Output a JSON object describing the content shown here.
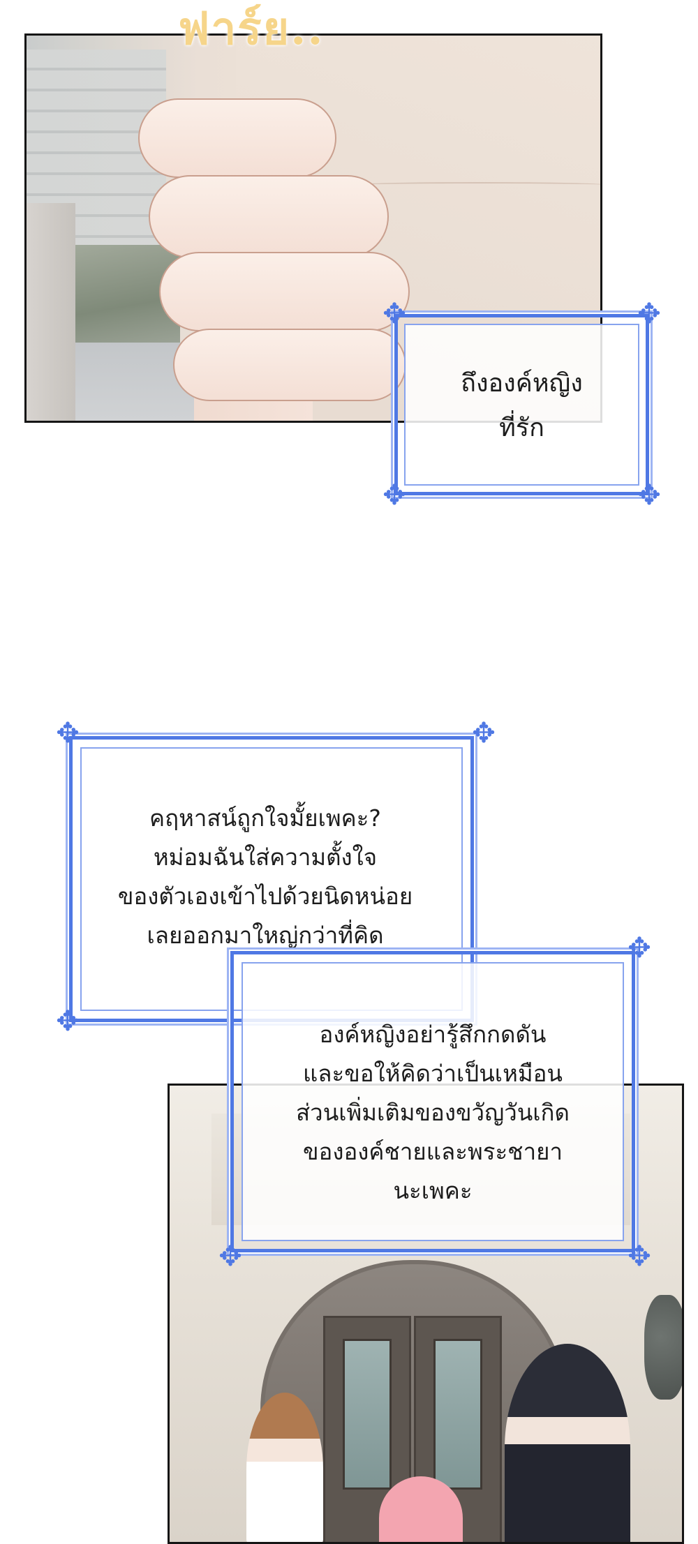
{
  "sound_effect": "ฟาร์ย..",
  "narration_1": {
    "lines": [
      "ถึงองค์หญิง",
      "ที่รัก"
    ]
  },
  "narration_2": {
    "lines": [
      "คฤหาสน์ถูกใจมั้ยเพคะ?",
      "หม่อมฉันใส่ความตั้งใจ",
      "ของตัวเองเข้าไปด้วยนิดหน่อย",
      "เลยออกมาใหญ่กว่าที่คิด"
    ]
  },
  "narration_3": {
    "lines": [
      "องค์หญิงอย่ารู้สึกกดดัน",
      "และขอให้คิดว่าเป็นเหมือน",
      "ส่วนเพิ่มเติมของขวัญวันเกิด",
      "ขององค์ชายและพระชายา",
      "นะเพคะ"
    ]
  },
  "colors": {
    "frame_blue": "#4f78e4",
    "frame_light": "#87a3ee"
  },
  "icons": [
    "ornament-corner-icon"
  ]
}
